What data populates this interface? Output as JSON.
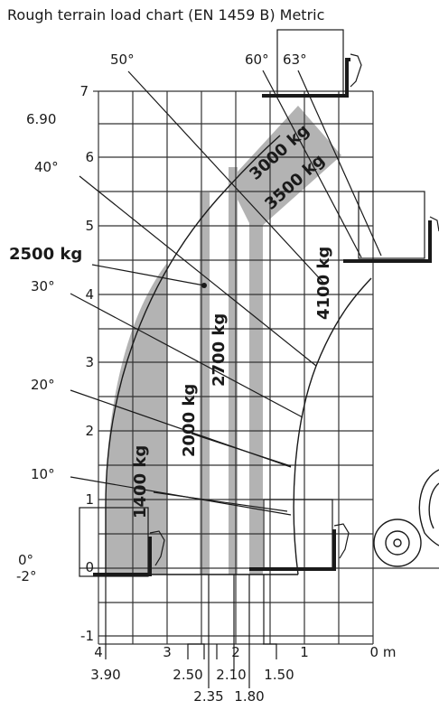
{
  "title": "Rough terrain load chart (EN 1459 B) Metric",
  "y_axis": {
    "ticks": [
      "7",
      "6",
      "5",
      "4",
      "3",
      "2",
      "1",
      "0",
      "-1"
    ],
    "extra_label": "6.90"
  },
  "x_axis": {
    "ticks": [
      "4",
      "3",
      "2",
      "1",
      "0 m"
    ],
    "detail_labels": [
      "3.90",
      "2.50",
      "2.35",
      "2.10",
      "1.80",
      "1.50"
    ]
  },
  "angles": [
    "50°",
    "60°",
    "63°",
    "40°",
    "30°",
    "20°",
    "10°",
    "0°",
    "-2°"
  ],
  "loads": [
    "1400 kg",
    "2000 kg",
    "2500 kg",
    "2700 kg",
    "3000 kg",
    "3500 kg",
    "4100 kg"
  ],
  "colors": {
    "zone_fill": "#b3b3b3",
    "grid": "#333333",
    "ink": "#1a1a1a"
  }
}
